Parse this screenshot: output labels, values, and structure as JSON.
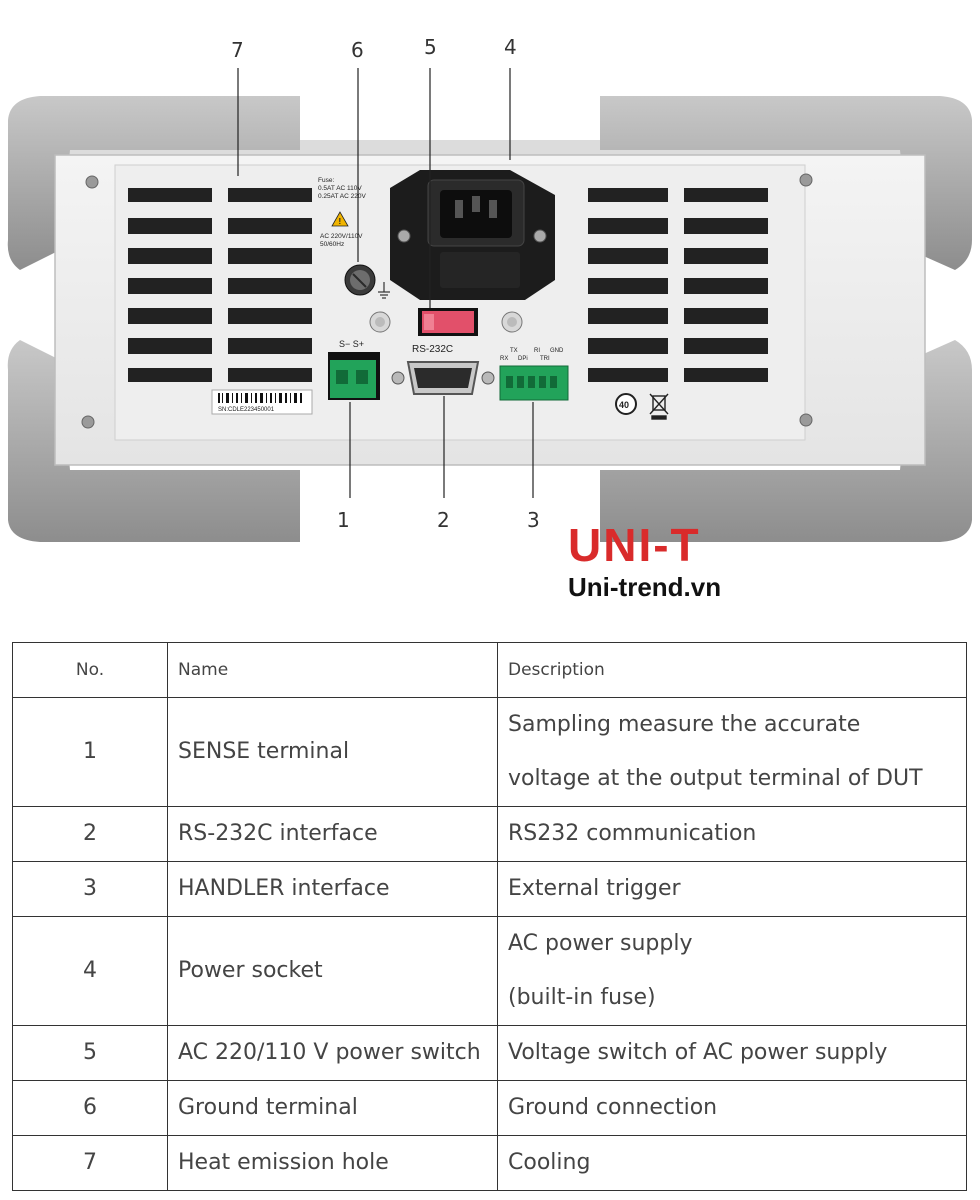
{
  "callouts": [
    "7",
    "6",
    "5",
    "4",
    "1",
    "2",
    "3"
  ],
  "panel": {
    "fuse_lines": [
      "Fuse:",
      "0.5AT AC 110V",
      "0.25AT AC 220V"
    ],
    "ac_lines": [
      "AC 220V/110V",
      "50/60Hz"
    ],
    "sense_label": "S−  S+",
    "rs232_label": "RS-232C",
    "handler_labels": [
      "TX",
      "RX",
      "DPi",
      "RI",
      "TRI",
      "GND"
    ],
    "serial": "SN:CDLE223450001",
    "badge": "40"
  },
  "logo": {
    "brand": "UNI-T",
    "site": "Uni-trend.vn"
  },
  "table": {
    "headers": [
      "No.",
      "Name",
      "Description"
    ],
    "rows": [
      {
        "no": "1",
        "name": "SENSE terminal",
        "desc": [
          "Sampling measure the accurate",
          "voltage at the output terminal of DUT"
        ]
      },
      {
        "no": "2",
        "name": "RS-232C interface",
        "desc": [
          "RS232 communication"
        ]
      },
      {
        "no": "3",
        "name": "HANDLER interface",
        "desc": [
          "External trigger"
        ]
      },
      {
        "no": "4",
        "name": "Power socket",
        "desc": [
          "AC power supply",
          "(built-in fuse)"
        ]
      },
      {
        "no": "5",
        "name": "AC 220/110 V power switch",
        "desc": [
          "Voltage switch of AC power supply"
        ]
      },
      {
        "no": "6",
        "name": "Ground terminal",
        "desc": [
          "Ground connection"
        ]
      },
      {
        "no": "7",
        "name": "Heat emission hole",
        "desc": [
          "Cooling"
        ]
      }
    ]
  }
}
